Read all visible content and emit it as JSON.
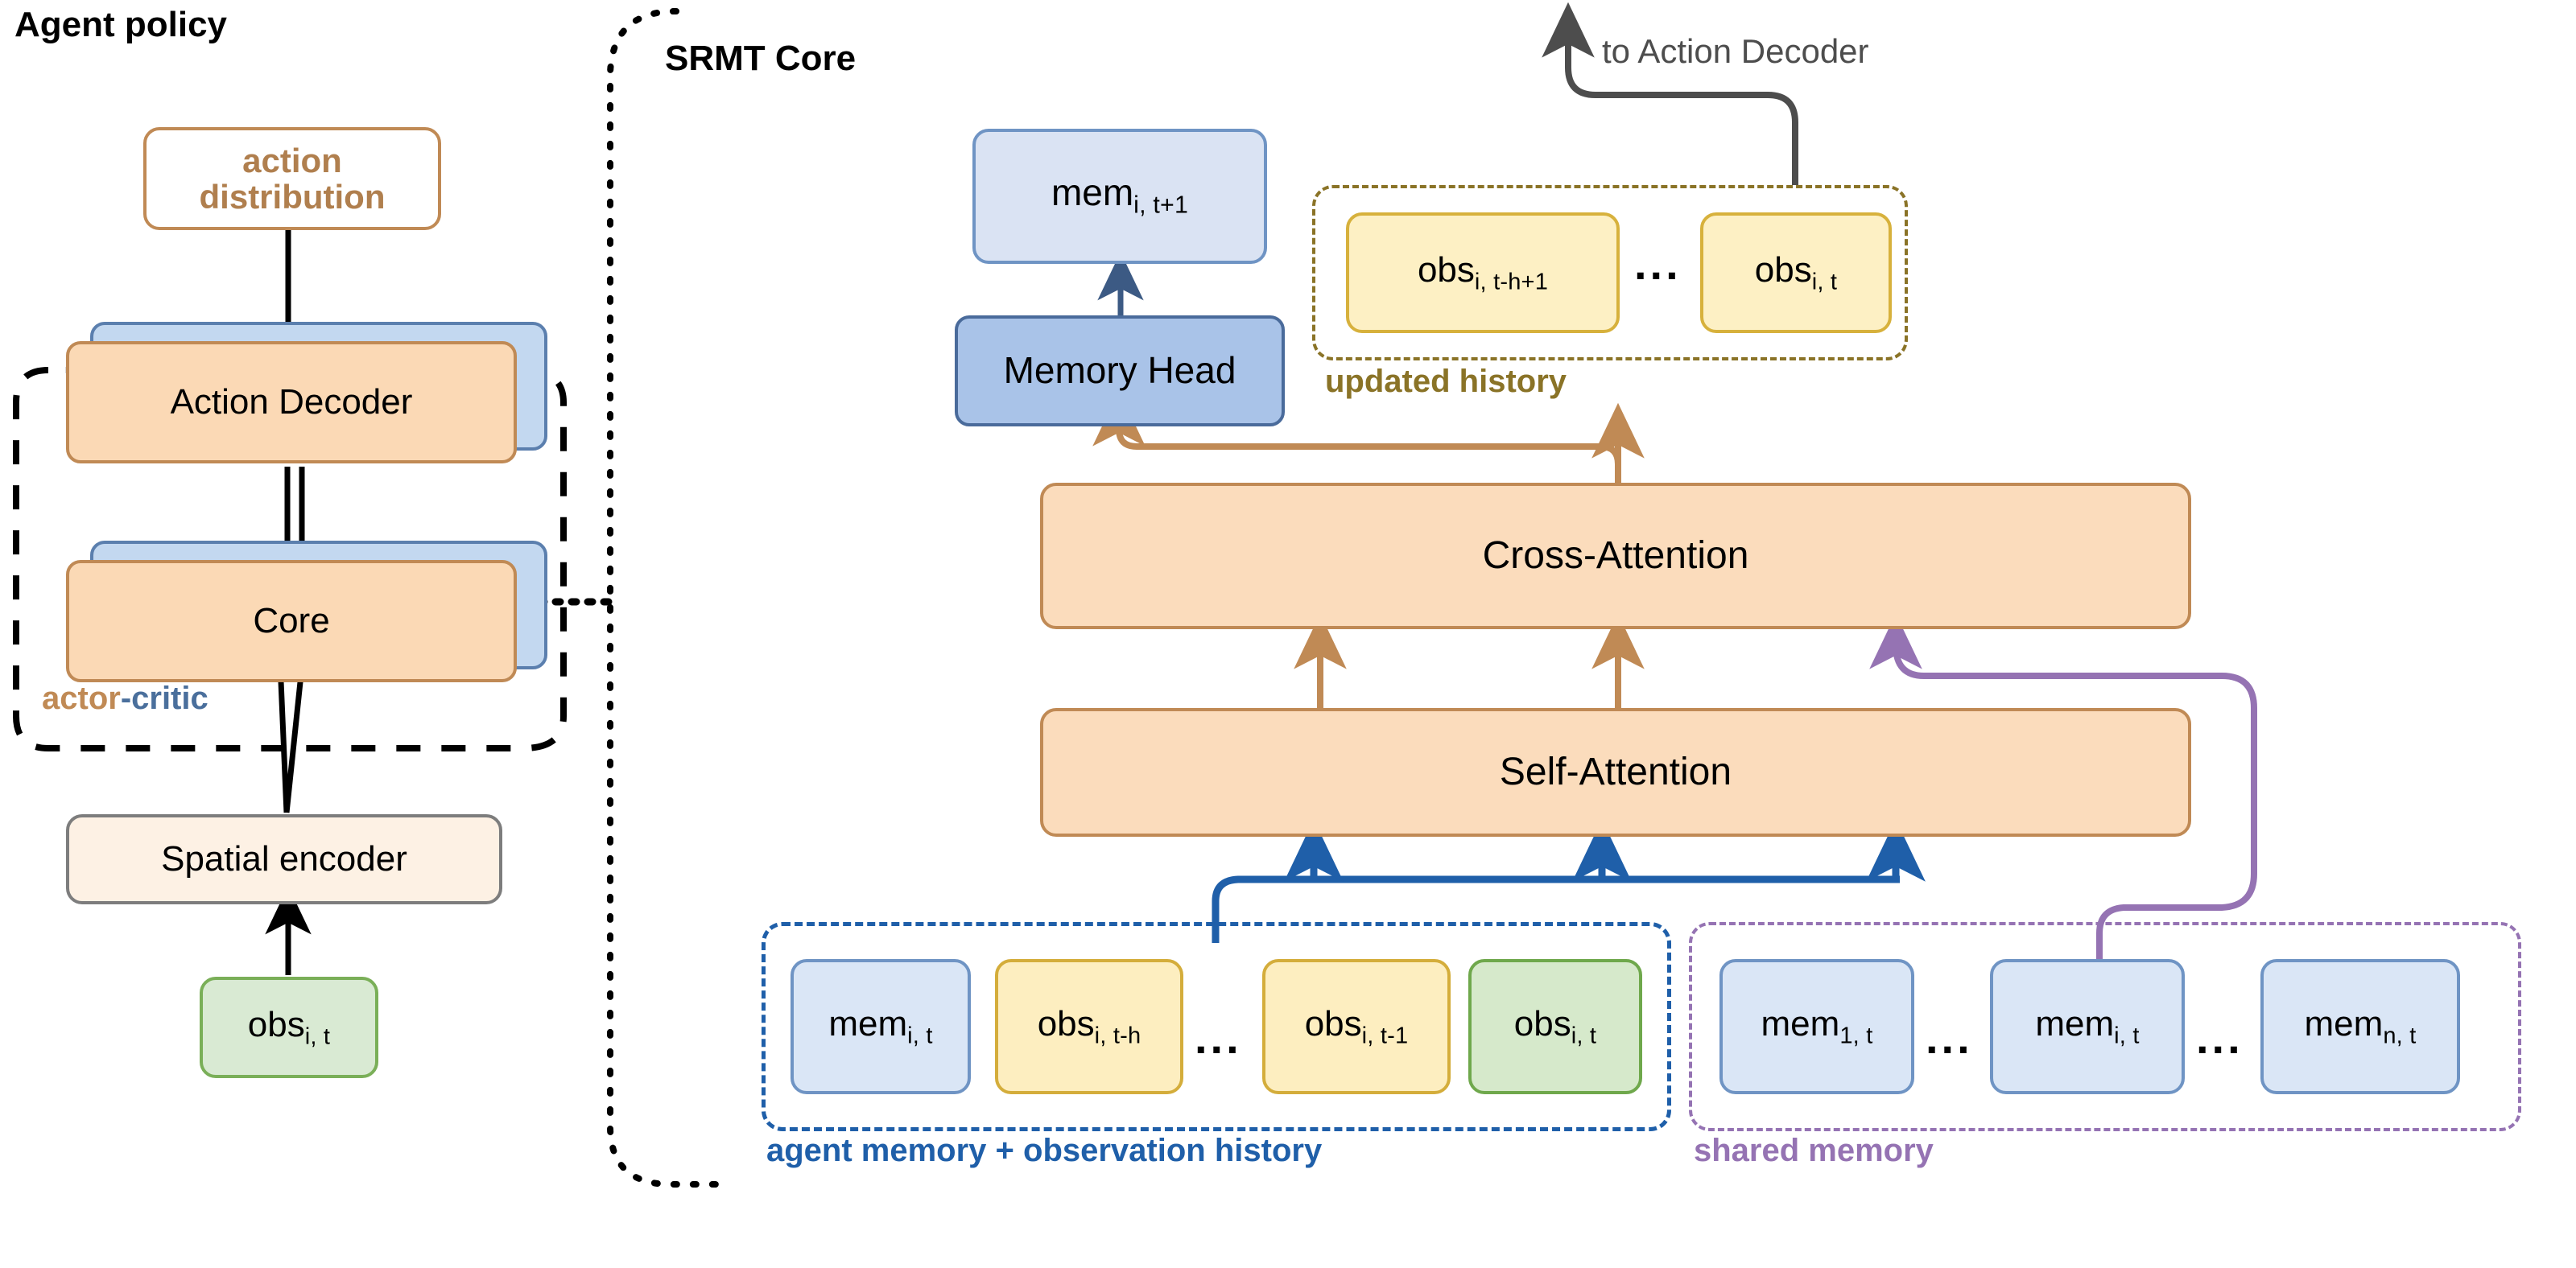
{
  "figure": {
    "sections": {
      "agent_policy_title": "Agent policy",
      "srmt_core_title": "SRMT Core"
    },
    "agent_policy": {
      "action_distribution": "action\ndistribution",
      "action_distribution_line1": "action",
      "action_distribution_line2": "distribution",
      "action_decoder": "Action Decoder",
      "core": "Core",
      "spatial_encoder": "Spatial encoder",
      "actor_label": "actor",
      "critic_label": "-critic",
      "obs_input_base": "obs",
      "obs_input_sub": "i, t"
    },
    "srmt_core": {
      "mem_out_base": "mem",
      "mem_out_sub": "i, t+1",
      "memory_head": "Memory Head",
      "cross_attention": "Cross-Attention",
      "self_attention": "Self-Attention",
      "to_action_decoder": "to Action Decoder",
      "updated_history": {
        "group_label": "updated history",
        "items": [
          {
            "base": "obs",
            "sub": "i, t-h+1"
          },
          {
            "base": "obs",
            "sub": "i, t"
          }
        ],
        "ellipsis": "..."
      },
      "agent_memory_history": {
        "group_label": "agent memory + observation history",
        "items": [
          {
            "base": "mem",
            "sub": "i, t",
            "kind": "memory"
          },
          {
            "base": "obs",
            "sub": "i, t-h",
            "kind": "history"
          },
          {
            "base": "obs",
            "sub": "i, t-1",
            "kind": "history"
          },
          {
            "base": "obs",
            "sub": "i, t",
            "kind": "current"
          }
        ],
        "ellipsis": "..."
      },
      "shared_memory": {
        "group_label": "shared memory",
        "items": [
          {
            "base": "mem",
            "sub": "1, t"
          },
          {
            "base": "mem",
            "sub": "i, t"
          },
          {
            "base": "mem",
            "sub": "n, t"
          }
        ],
        "ellipsis_1": "...",
        "ellipsis_2": "..."
      }
    },
    "colors": {
      "orange_fill": "#fbdcbc",
      "orange_stroke": "#c08a55",
      "blue_light_fill": "#dae3f3",
      "blue_stroke": "#6f94c4",
      "blue_head_fill": "#a9c3e8",
      "yellow_fill": "#fdf0c4",
      "yellow_stroke": "#d7b13c",
      "green_fill": "#d9ead3",
      "green_stroke": "#7aaf58",
      "purple": "#9573b3",
      "deep_blue": "#1f5fa9",
      "olive": "#8a7327",
      "gray_text": "#4d4d4d"
    }
  }
}
